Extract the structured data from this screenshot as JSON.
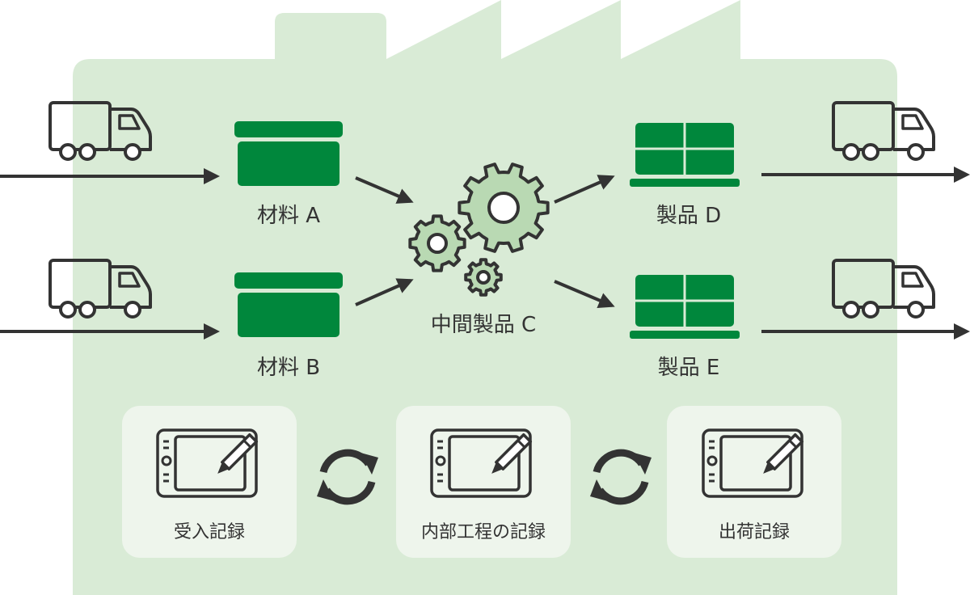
{
  "materials": [
    {
      "id": "a",
      "label": "材料 A"
    },
    {
      "id": "b",
      "label": "材料 B"
    }
  ],
  "intermediate": {
    "label": "中間製品 C"
  },
  "products": [
    {
      "id": "d",
      "label": "製品 D"
    },
    {
      "id": "e",
      "label": "製品 E"
    }
  ],
  "records": [
    {
      "id": "receiving",
      "label": "受入記録"
    },
    {
      "id": "internal",
      "label": "内部工程の記録"
    },
    {
      "id": "shipping",
      "label": "出荷記録"
    }
  ],
  "colors": {
    "factory": "#d9ebd6",
    "box_green": "#00873c",
    "gear_fill": "#b9d9b3",
    "record_panel": "#eef5ec",
    "line": "#333333",
    "text": "#333333"
  },
  "icons": [
    "truck-icon",
    "material-box-icon",
    "gear-icon",
    "product-pallet-icon",
    "tablet-pen-icon",
    "cycle-arrows-icon"
  ]
}
